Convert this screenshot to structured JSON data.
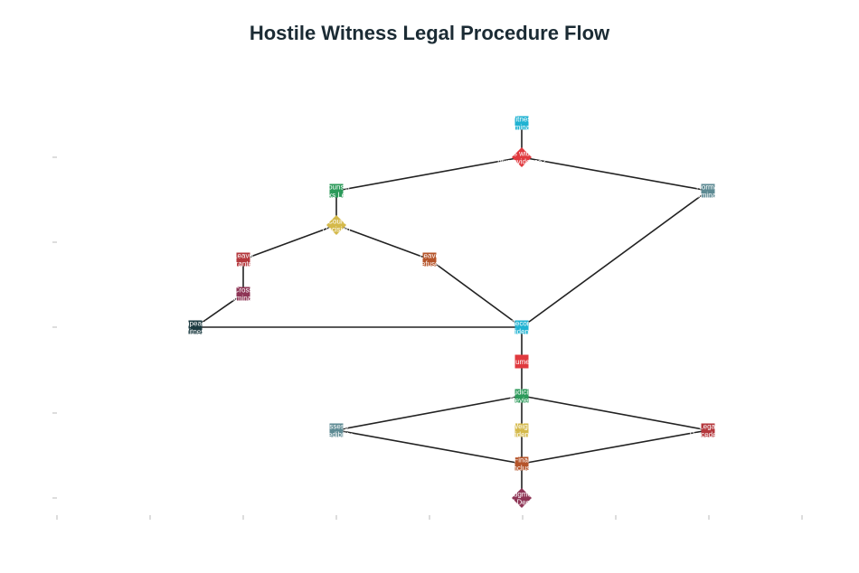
{
  "title": "Hostile Witness Legal Procedure Flow",
  "nodes": [
    {
      "id": "n1",
      "shape": "rect",
      "color": "#1fb2d2",
      "lines": [
        "Witness",
        "Examination"
      ]
    },
    {
      "id": "n2",
      "shape": "diamond",
      "color": "#e0393e",
      "lines": [
        "Does witness",
        "give evidence?"
      ]
    },
    {
      "id": "n3",
      "shape": "rect",
      "color": "#2c9a5a",
      "lines": [
        "Counsel",
        "Seeks Leave"
      ]
    },
    {
      "id": "n4",
      "shape": "rect",
      "color": "#5d8a93",
      "lines": [
        "Normal",
        "Examination"
      ]
    },
    {
      "id": "n5",
      "shape": "diamond",
      "color": "#d4b94a",
      "lines": [
        "Court",
        "Decision"
      ]
    },
    {
      "id": "n6",
      "shape": "rect",
      "color": "#b4373c",
      "lines": [
        "Leave",
        "Granted"
      ]
    },
    {
      "id": "n7",
      "shape": "rect",
      "color": "#b5542a",
      "lines": [
        "Leave",
        "Refused"
      ]
    },
    {
      "id": "n8",
      "shape": "rect",
      "color": "#8e3556",
      "lines": [
        "Cross",
        "Examination"
      ]
    },
    {
      "id": "n9",
      "shape": "rect",
      "color": "#1b3a40",
      "lines": [
        "Impeach",
        "Witness"
      ]
    },
    {
      "id": "n10",
      "shape": "rect",
      "color": "#1fb2d2",
      "lines": [
        "Record",
        "Evidence"
      ]
    },
    {
      "id": "n11",
      "shape": "rect",
      "color": "#e0393e",
      "lines": [
        "Arguments"
      ]
    },
    {
      "id": "n12",
      "shape": "rect",
      "color": "#2c9a5a",
      "lines": [
        "Judicial",
        "Review"
      ]
    },
    {
      "id": "n13",
      "shape": "rect",
      "color": "#5d8a93",
      "lines": [
        "Assess",
        "Credibility"
      ]
    },
    {
      "id": "n14",
      "shape": "rect",
      "color": "#d4b94a",
      "lines": [
        "Weigh",
        "Evidence"
      ]
    },
    {
      "id": "n15",
      "shape": "rect",
      "color": "#b4373c",
      "lines": [
        "Legal",
        "Precedents"
      ]
    },
    {
      "id": "n16",
      "shape": "rect",
      "color": "#b5542a",
      "lines": [
        "Final",
        "Conclusion"
      ]
    },
    {
      "id": "n17",
      "shape": "diamond",
      "color": "#8e3556",
      "lines": [
        "Judgment",
        "Final Decision"
      ]
    }
  ],
  "edges": [
    [
      "n1",
      "n2"
    ],
    [
      "n2",
      "n3"
    ],
    [
      "n2",
      "n4"
    ],
    [
      "n3",
      "n5"
    ],
    [
      "n5",
      "n6"
    ],
    [
      "n5",
      "n7"
    ],
    [
      "n6",
      "n8"
    ],
    [
      "n8",
      "n9"
    ],
    [
      "n9",
      "n10"
    ],
    [
      "n7",
      "n10"
    ],
    [
      "n4",
      "n10"
    ],
    [
      "n10",
      "n11"
    ],
    [
      "n11",
      "n12"
    ],
    [
      "n12",
      "n13"
    ],
    [
      "n12",
      "n14"
    ],
    [
      "n12",
      "n15"
    ],
    [
      "n13",
      "n16"
    ],
    [
      "n14",
      "n16"
    ],
    [
      "n15",
      "n16"
    ],
    [
      "n16",
      "n17"
    ]
  ],
  "colors": {
    "edge": "#222222",
    "tick": "#bbbbbb",
    "node_text": "#ffffff",
    "title": "#1b2b34"
  }
}
